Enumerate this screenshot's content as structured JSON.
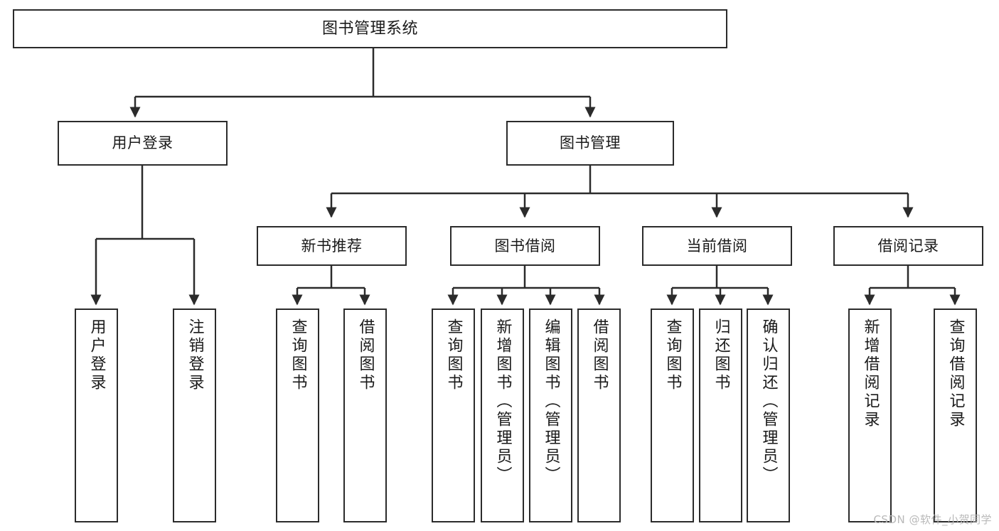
{
  "diagram": {
    "type": "tree-hierarchy",
    "title": "图书管理系统",
    "root": {
      "label": "图书管理系统"
    },
    "level1": [
      {
        "label": "用户登录"
      },
      {
        "label": "图书管理"
      }
    ],
    "level2": [
      {
        "label": "新书推荐"
      },
      {
        "label": "图书借阅"
      },
      {
        "label": "当前借阅"
      },
      {
        "label": "借阅记录"
      }
    ],
    "leaves": {
      "user_login": [
        {
          "label": "用户登录"
        },
        {
          "label": "注销登录"
        }
      ],
      "new_book_recommend": [
        {
          "label": "查询图书"
        },
        {
          "label": "借阅图书"
        }
      ],
      "book_borrow": [
        {
          "label": "查询图书"
        },
        {
          "label": "新增图书（管理员）"
        },
        {
          "label": "编辑图书（管理员）"
        },
        {
          "label": "借阅图书"
        }
      ],
      "current_borrow": [
        {
          "label": "查询图书"
        },
        {
          "label": "归还图书"
        },
        {
          "label": "确认归还（管理员）"
        }
      ],
      "borrow_record": [
        {
          "label": "新增借阅记录"
        },
        {
          "label": "查询借阅记录"
        }
      ]
    },
    "colors": {
      "stroke": "#2b2b2b",
      "fill": "#ffffff",
      "text": "#1a1a1a",
      "watermark": "#b9b9b9"
    }
  },
  "watermark": {
    "text": "CSDN @软件_小贺同学"
  }
}
